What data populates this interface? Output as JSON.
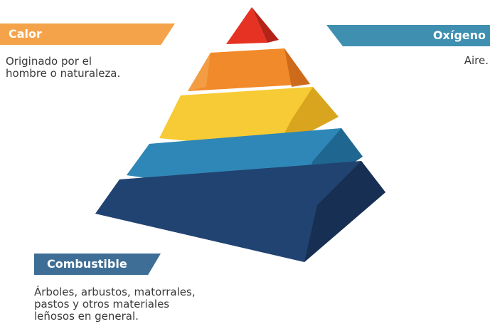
{
  "labels": {
    "calor": {
      "title": "Calor",
      "description": "Originado por el\nhombre o naturaleza.",
      "color": "#f5a34a"
    },
    "oxigeno": {
      "title": "Oxígeno",
      "description": "Aire.",
      "color": "#3e8fb0"
    },
    "combustible": {
      "title": "Combustible",
      "description": "Árboles, arbustos, matorrales,\npastos y otros materiales\nleñosos en general.",
      "color": "#3e6e96"
    }
  },
  "pyramid_layers": [
    {
      "name": "apex",
      "color": "#e63222"
    },
    {
      "name": "orange",
      "color": "#f08a2a"
    },
    {
      "name": "yellow",
      "color": "#f5c52a"
    },
    {
      "name": "blue",
      "color": "#2a7fae"
    },
    {
      "name": "navy",
      "color": "#1e3d66"
    }
  ]
}
